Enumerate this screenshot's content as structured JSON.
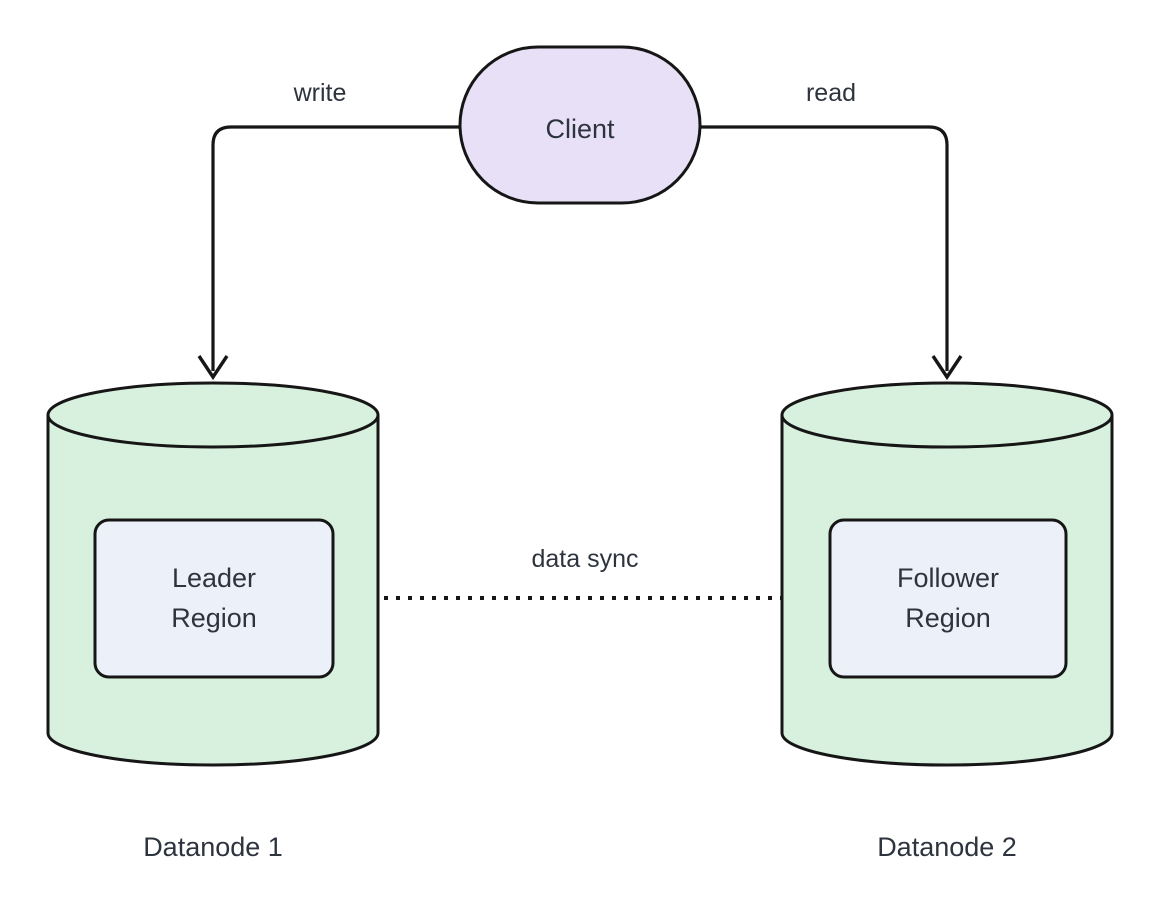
{
  "diagram": {
    "type": "flowchart",
    "background": "#ffffff",
    "stroke_color": "#161616",
    "text_color": "#2e343e",
    "nodes": {
      "client": {
        "label": "Client",
        "shape": "stadium",
        "fill": "#e7e0f7"
      },
      "datanode1": {
        "caption": "Datanode 1",
        "shape": "cylinder",
        "fill": "#d8f1de"
      },
      "datanode2": {
        "caption": "Datanode 2",
        "shape": "cylinder",
        "fill": "#d8f1de"
      },
      "leader_region": {
        "line1": "Leader",
        "line2": "Region",
        "shape": "rounded-rect",
        "fill": "#ecf1f9"
      },
      "follower_region": {
        "line1": "Follower",
        "line2": "Region",
        "shape": "rounded-rect",
        "fill": "#ecf1f9"
      }
    },
    "edges": [
      {
        "label": "write",
        "from": "Client",
        "to": "Datanode 1",
        "style": "solid-arrow"
      },
      {
        "label": "read",
        "from": "Client",
        "to": "Datanode 2",
        "style": "solid-arrow"
      },
      {
        "label": "data sync",
        "from": "Leader Region",
        "to": "Follower Region",
        "style": "dotted-arrow"
      }
    ]
  }
}
